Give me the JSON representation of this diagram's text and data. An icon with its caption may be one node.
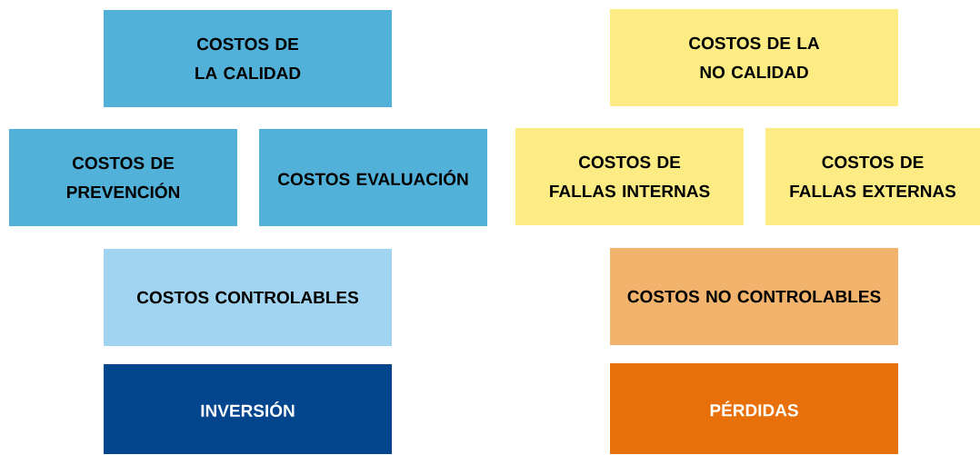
{
  "diagram": {
    "nodes": [
      {
        "text": [
          "COSTOS DE LA CALIDAD"
        ]
      },
      {
        "text": [
          "COSTOS DE LA NO CALIDAD"
        ]
      },
      {
        "text": [
          "COSTOS DE PREVENCIÓN"
        ]
      },
      {
        "text": [
          "COSTOS EVALUACIÓN"
        ]
      },
      {
        "text": [
          "COSTOS DE FALLAS INTERNAS"
        ]
      },
      {
        "text": [
          "COSTOS DE FALLAS EXTERNAS"
        ]
      },
      {
        "text": [
          "COSTOS CONTROLABLES"
        ]
      },
      {
        "text": [
          "COSTOS NO CONTROLABLES"
        ]
      },
      {
        "text": [
          "INVERSIÓN"
        ]
      },
      {
        "text": [
          "PÉRDIDAS"
        ]
      }
    ]
  }
}
